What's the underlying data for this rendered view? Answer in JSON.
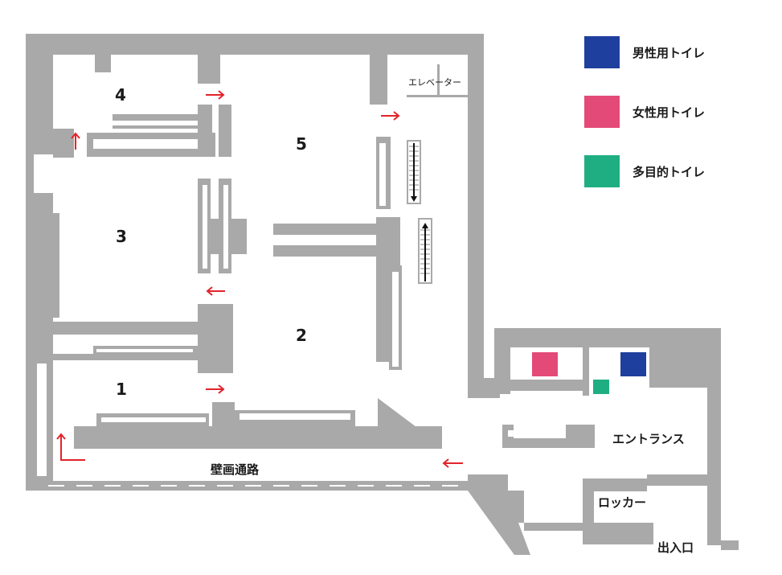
{
  "legend": [
    {
      "label": "男性用トイレ",
      "color": "#1f3f9e"
    },
    {
      "label": "女性用トイレ",
      "color": "#e34a78"
    },
    {
      "label": "多目的トイレ",
      "color": "#1fae82"
    }
  ],
  "rooms": {
    "r1": "1",
    "r2": "2",
    "r3": "3",
    "r4": "4",
    "r5": "5"
  },
  "labels": {
    "elevator": "エレベーター",
    "entrance": "エントランス",
    "mural": "壁画通路",
    "locker": "ロッカー",
    "exit": "出入口"
  },
  "colors": {
    "wall": "#a9a9a9",
    "arrow": "#e3232b",
    "floor": "#ffffff"
  }
}
